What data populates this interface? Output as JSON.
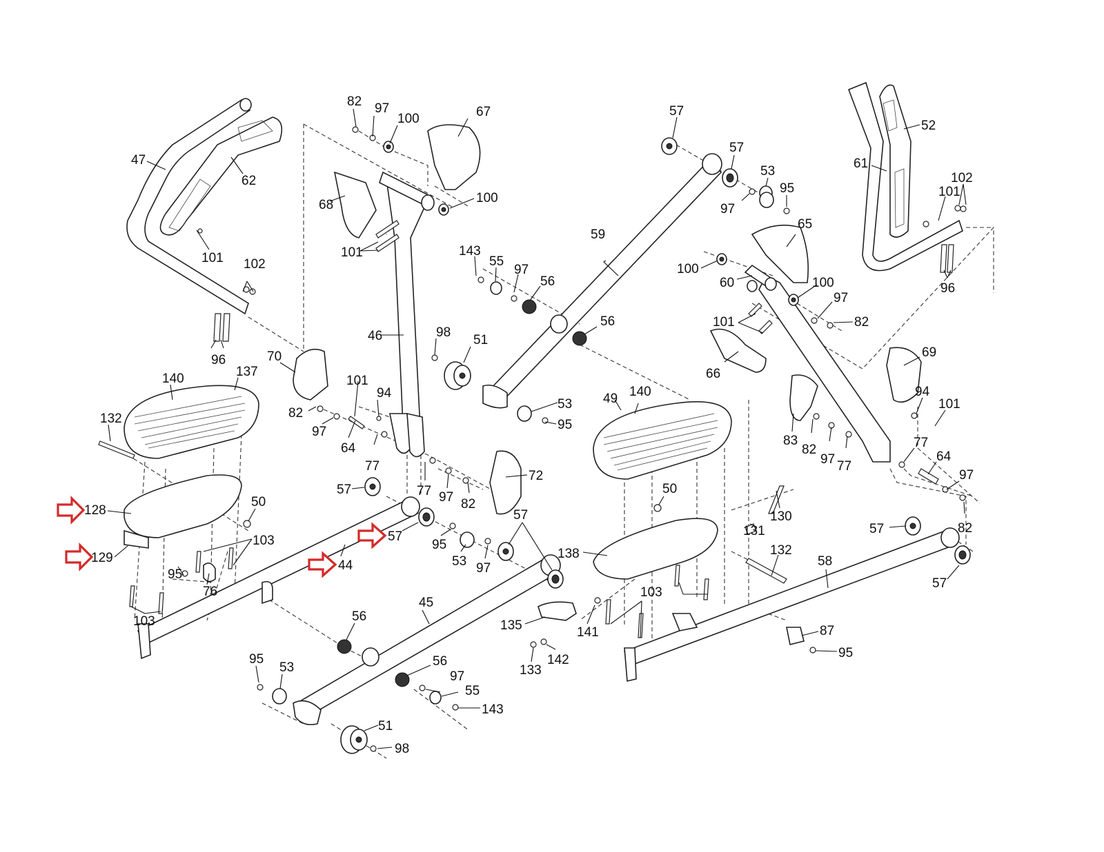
{
  "diagram": {
    "title": "Elliptical trainer exploded parts diagram",
    "highlight_color": "#d42a2a",
    "highlighted_parts": [
      "128",
      "129",
      "44",
      "57"
    ],
    "callouts": [
      {
        "id": "c47",
        "label": "47"
      },
      {
        "id": "c62",
        "label": "62"
      },
      {
        "id": "c101a",
        "label": "101"
      },
      {
        "id": "c102a",
        "label": "102"
      },
      {
        "id": "c96a",
        "label": "96"
      },
      {
        "id": "c82a",
        "label": "82"
      },
      {
        "id": "c97a",
        "label": "97"
      },
      {
        "id": "c100a",
        "label": "100"
      },
      {
        "id": "c67",
        "label": "67"
      },
      {
        "id": "c68",
        "label": "68"
      },
      {
        "id": "c100b",
        "label": "100"
      },
      {
        "id": "c101b",
        "label": "101"
      },
      {
        "id": "c46",
        "label": "46"
      },
      {
        "id": "c70",
        "label": "70"
      },
      {
        "id": "c140a",
        "label": "140"
      },
      {
        "id": "c137",
        "label": "137"
      },
      {
        "id": "c132a",
        "label": "132"
      },
      {
        "id": "c128",
        "label": "128"
      },
      {
        "id": "c129",
        "label": "129"
      },
      {
        "id": "c50a",
        "label": "50"
      },
      {
        "id": "c103a",
        "label": "103"
      },
      {
        "id": "c95a",
        "label": "95"
      },
      {
        "id": "c76",
        "label": "76"
      },
      {
        "id": "c103b",
        "label": "103"
      },
      {
        "id": "c82b",
        "label": "82"
      },
      {
        "id": "c97b",
        "label": "97"
      },
      {
        "id": "c101c",
        "label": "101"
      },
      {
        "id": "c94a",
        "label": "94"
      },
      {
        "id": "c64a",
        "label": "64"
      },
      {
        "id": "c77a",
        "label": "77"
      },
      {
        "id": "c98a",
        "label": "98"
      },
      {
        "id": "c51a",
        "label": "51"
      },
      {
        "id": "c53a",
        "label": "53"
      },
      {
        "id": "c95b",
        "label": "95"
      },
      {
        "id": "c72",
        "label": "72"
      },
      {
        "id": "c57a",
        "label": "57"
      },
      {
        "id": "c77b",
        "label": "77"
      },
      {
        "id": "c97c",
        "label": "97"
      },
      {
        "id": "c82c",
        "label": "82"
      },
      {
        "id": "c57b",
        "label": "57"
      },
      {
        "id": "c44",
        "label": "44"
      },
      {
        "id": "c95c",
        "label": "95"
      },
      {
        "id": "c53b",
        "label": "53"
      },
      {
        "id": "c97d",
        "label": "97"
      },
      {
        "id": "c57c",
        "label": "57"
      },
      {
        "id": "c143a",
        "label": "143"
      },
      {
        "id": "c55a",
        "label": "55"
      },
      {
        "id": "c97e",
        "label": "97"
      },
      {
        "id": "c56a",
        "label": "56"
      },
      {
        "id": "c59",
        "label": "59"
      },
      {
        "id": "c56b",
        "label": "56"
      },
      {
        "id": "c57d",
        "label": "57"
      },
      {
        "id": "c57e",
        "label": "57"
      },
      {
        "id": "c53c",
        "label": "53"
      },
      {
        "id": "c95d",
        "label": "95"
      },
      {
        "id": "c97f",
        "label": "97"
      },
      {
        "id": "c45",
        "label": "45"
      },
      {
        "id": "c56c",
        "label": "56"
      },
      {
        "id": "c56d",
        "label": "56"
      },
      {
        "id": "c97g",
        "label": "97"
      },
      {
        "id": "c55b",
        "label": "55"
      },
      {
        "id": "c143b",
        "label": "143"
      },
      {
        "id": "c95e",
        "label": "95"
      },
      {
        "id": "c53d",
        "label": "53"
      },
      {
        "id": "c51b",
        "label": "51"
      },
      {
        "id": "c98b",
        "label": "98"
      },
      {
        "id": "c135",
        "label": "135"
      },
      {
        "id": "c141",
        "label": "141"
      },
      {
        "id": "c133",
        "label": "133"
      },
      {
        "id": "c142",
        "label": "142"
      },
      {
        "id": "c138",
        "label": "138"
      },
      {
        "id": "c49",
        "label": "49"
      },
      {
        "id": "c140b",
        "label": "140"
      },
      {
        "id": "c50b",
        "label": "50"
      },
      {
        "id": "c130",
        "label": "130"
      },
      {
        "id": "c131",
        "label": "131"
      },
      {
        "id": "c132b",
        "label": "132"
      },
      {
        "id": "c103c",
        "label": "103"
      },
      {
        "id": "c58",
        "label": "58"
      },
      {
        "id": "c57f",
        "label": "57"
      },
      {
        "id": "c57g",
        "label": "57"
      },
      {
        "id": "c87",
        "label": "87"
      },
      {
        "id": "c95f",
        "label": "95"
      },
      {
        "id": "c65",
        "label": "65"
      },
      {
        "id": "c60",
        "label": "60"
      },
      {
        "id": "c100c",
        "label": "100"
      },
      {
        "id": "c100d",
        "label": "100"
      },
      {
        "id": "c97h",
        "label": "97"
      },
      {
        "id": "c82d",
        "label": "82"
      },
      {
        "id": "c101d",
        "label": "101"
      },
      {
        "id": "c66",
        "label": "66"
      },
      {
        "id": "c83",
        "label": "83"
      },
      {
        "id": "c82e",
        "label": "82"
      },
      {
        "id": "c97i",
        "label": "97"
      },
      {
        "id": "c77c",
        "label": "77"
      },
      {
        "id": "c69",
        "label": "69"
      },
      {
        "id": "c94b",
        "label": "94"
      },
      {
        "id": "c101e",
        "label": "101"
      },
      {
        "id": "c77d",
        "label": "77"
      },
      {
        "id": "c64b",
        "label": "64"
      },
      {
        "id": "c97j",
        "label": "97"
      },
      {
        "id": "c82f",
        "label": "82"
      },
      {
        "id": "c52",
        "label": "52"
      },
      {
        "id": "c61",
        "label": "61"
      },
      {
        "id": "c101f",
        "label": "101"
      },
      {
        "id": "c102b",
        "label": "102"
      },
      {
        "id": "c96b",
        "label": "96"
      }
    ]
  }
}
